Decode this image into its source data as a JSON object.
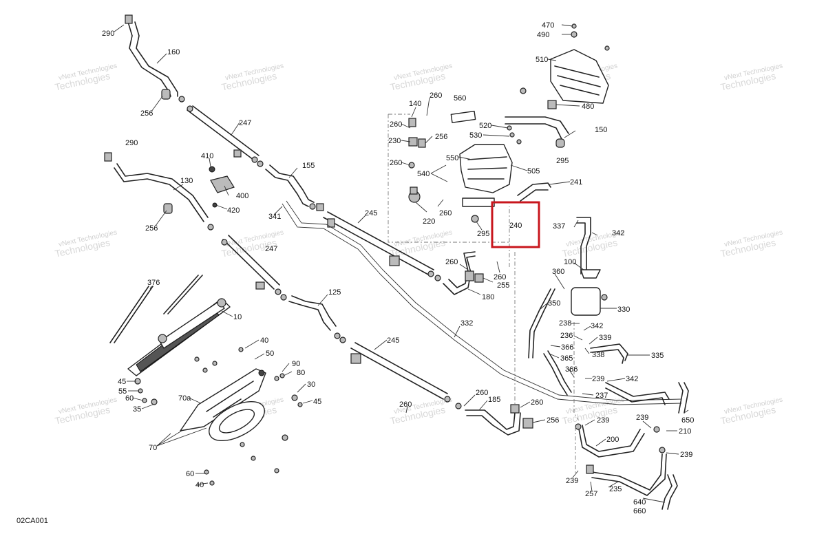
{
  "document_code": "02CA001",
  "watermark": {
    "line1": "vNext",
    "line2": "Technologies",
    "full": "vNext Technologies"
  },
  "highlight": {
    "part": "240",
    "color": "#c8161d"
  },
  "labels": {
    "p470": "470",
    "p490": "490",
    "p510": "510",
    "p480": "480",
    "p290a": "290",
    "p160": "160",
    "p256a": "256",
    "p247a": "247",
    "p260a": "260",
    "p560": "560",
    "p140": "140",
    "p260b": "260",
    "p520": "520",
    "p150": "150",
    "p230": "230",
    "p256b": "256",
    "p530": "530",
    "p550": "550",
    "p260c": "260",
    "p505": "505",
    "p295a": "295",
    "p540": "540",
    "p241": "241",
    "p290b": "290",
    "p410": "410",
    "p155": "155",
    "p130": "130",
    "p400": "400",
    "p420": "420",
    "p256c": "256",
    "p341": "341",
    "p245a": "245",
    "p220": "220",
    "p260d": "260",
    "p240": "240",
    "p295b": "295",
    "p337": "337",
    "p342a": "342",
    "p247b": "247",
    "p100": "100",
    "p260e": "260",
    "p260f": "260",
    "p255": "255",
    "p360": "360",
    "p376": "376",
    "p180": "180",
    "p125": "125",
    "p350": "350",
    "p330": "330",
    "p10": "10",
    "p332": "332",
    "p238": "238",
    "p342b": "342",
    "p236": "236",
    "p339": "339",
    "p40a": "40",
    "p245b": "245",
    "p366a": "366",
    "p50": "50",
    "p338": "338",
    "p335": "335",
    "p365": "365",
    "p90": "90",
    "p80": "80",
    "p366b": "366",
    "p45a": "45",
    "p239a": "239",
    "p342c": "342",
    "p55": "55",
    "p30": "30",
    "p237": "237",
    "p60a": "60",
    "p70a": "70a",
    "p45b": "45",
    "p260g": "260",
    "p185": "185",
    "p260h": "260",
    "p35": "35",
    "p650": "650",
    "p260i": "260",
    "p256d": "256",
    "p239b": "239",
    "p239c": "239",
    "p210": "210",
    "p70": "70",
    "p200": "200",
    "p239d": "239",
    "p60b": "60",
    "p239e": "239",
    "p40b": "40",
    "p257": "257",
    "p235": "235",
    "p640": "640",
    "p660": "660"
  }
}
